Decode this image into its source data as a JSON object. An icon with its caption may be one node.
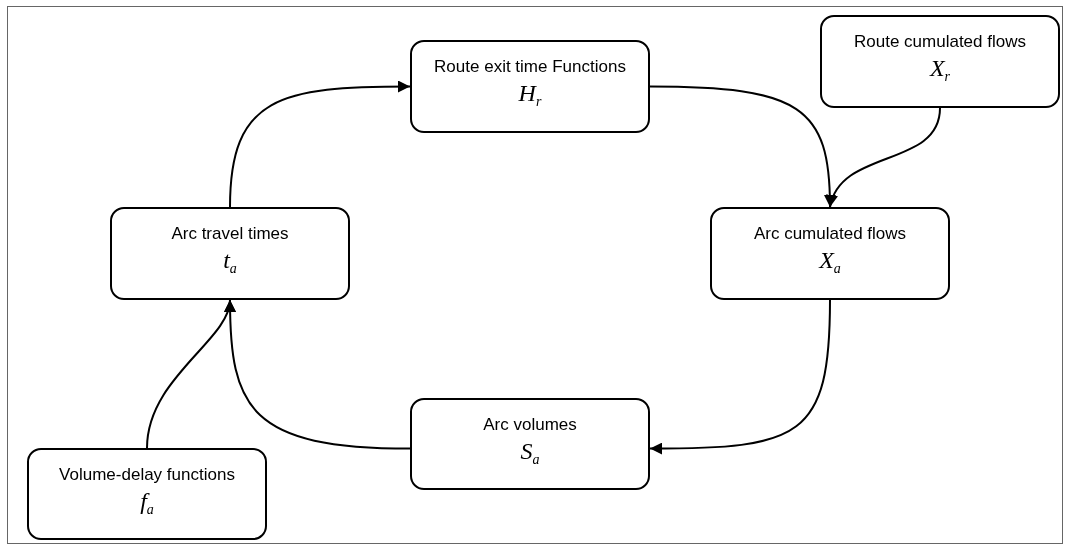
{
  "diagram": {
    "nodes": [
      {
        "text": [
          "Route exit time Functions",
          "H$_{r}$"
        ]
      },
      {
        "text": [
          "Route cumulated flows",
          "X$_{r}$"
        ]
      },
      {
        "text": [
          "Arc travel times",
          "t$_{a}$"
        ]
      },
      {
        "text": [
          "Arc cumulated flows",
          "X$_{a}$"
        ]
      },
      {
        "text": [
          "Arc volumes",
          "S$_{a}$"
        ]
      },
      {
        "text": [
          "Volume-delay functions",
          "f$_{a}$"
        ]
      }
    ],
    "edges": [
      {
        "from": 2,
        "to": 0,
        "arrow": "to"
      },
      {
        "from": 0,
        "to": 3,
        "arrow": "to"
      },
      {
        "from": 1,
        "to": 3,
        "arrow": "to"
      },
      {
        "from": 3,
        "to": 4,
        "arrow": "to"
      },
      {
        "from": 4,
        "to": 2,
        "arrow": "to"
      },
      {
        "from": 5,
        "to": 2,
        "arrow": "to"
      }
    ]
  }
}
